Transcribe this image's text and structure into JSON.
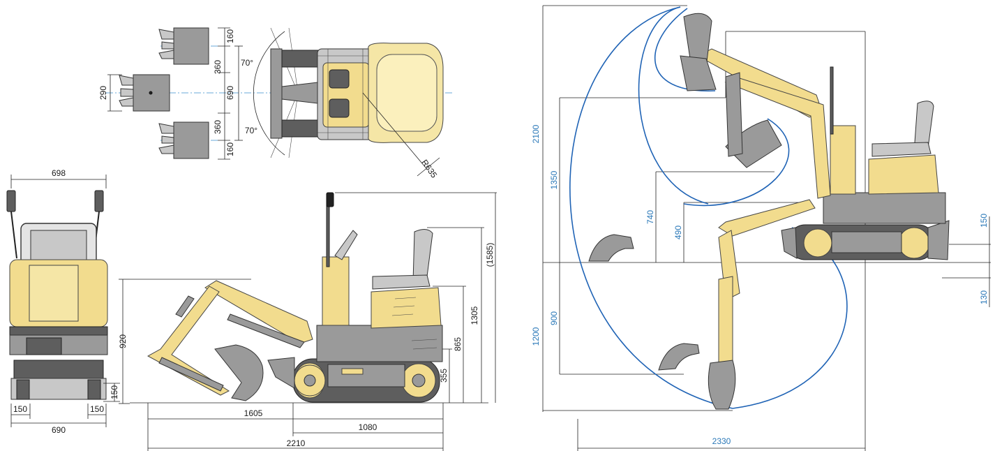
{
  "top_view": {
    "dims": [
      "160",
      "360",
      "690",
      "360",
      "160",
      "290",
      "70°",
      "70°",
      "R635"
    ]
  },
  "front_view": {
    "dims": [
      "698",
      "920",
      "150",
      "150",
      "150",
      "690"
    ]
  },
  "side_view": {
    "dims": [
      "1305",
      "(1585)",
      "865",
      "355",
      "1605",
      "1080",
      "2210"
    ]
  },
  "working_range": {
    "dims": [
      "2100",
      "1350",
      "740",
      "490",
      "150",
      "130",
      "900",
      "1200",
      "2330"
    ]
  },
  "colors": {
    "machine_yellow": "#f2dc8e",
    "machine_grey": "#9a9a9a",
    "reach_arc_blue": "#1f63b5",
    "dimension_blue": "#2a78b8"
  }
}
